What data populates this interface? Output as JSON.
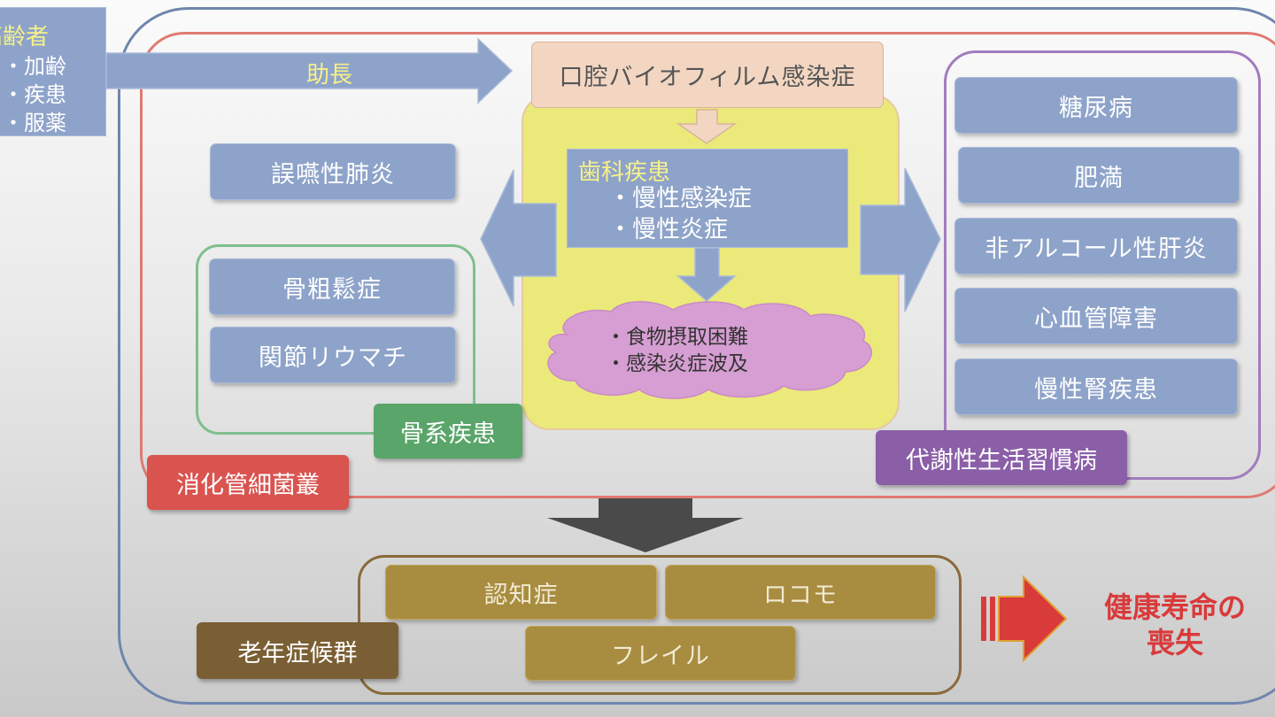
{
  "elderly": {
    "title": "高齢者",
    "items": [
      "・加齢",
      "・疾患",
      "・服薬"
    ]
  },
  "promote_label": "助長",
  "oral_biofilm": "口腔バイオフィルム感染症",
  "dental": {
    "title": "歯科疾患",
    "items": [
      "・慢性感染症",
      "・慢性炎症"
    ]
  },
  "cloud": {
    "items": [
      "・食物摂取困難",
      "・感染炎症波及"
    ]
  },
  "left": {
    "aspiration": "誤嚥性肺炎",
    "bone_items": [
      "骨粗鬆症",
      "関節リウマチ"
    ],
    "bone_group": "骨系疾患"
  },
  "gut_group": "消化管細菌叢",
  "metabolic": {
    "items": [
      "糖尿病",
      "肥満",
      "非アルコール性肝炎",
      "心血管障害",
      "慢性腎疾患"
    ],
    "group": "代謝性生活習慣病"
  },
  "geriatric": {
    "items": [
      "認知症",
      "ロコモ",
      "フレイル"
    ],
    "group": "老年症候群"
  },
  "outcome": [
    "健康寿命の",
    "喪失"
  ],
  "colors": {
    "outer_frame": "#6f86ad",
    "red_frame": "#e07a72",
    "purple_frame": "#a27cbf",
    "green_frame": "#7fbf8c",
    "yellow_panel": "#ebe97a",
    "cloud": "#d69ed2",
    "arrow_blue": "#8ea3c9",
    "tag_red": "#d9534f",
    "tag_green": "#5aa56a",
    "tag_purple": "#8a5fa8",
    "tag_brown": "#7a5f34",
    "outcome_red": "#d93a3a"
  }
}
